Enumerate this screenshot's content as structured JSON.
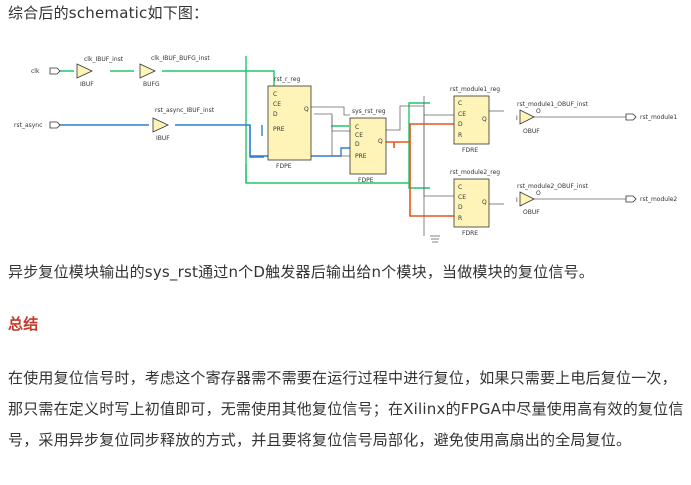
{
  "intro": "综合后的schematic如下图：",
  "schematic": {
    "ports": {
      "clk": "clk",
      "rst_async": "rst_async",
      "rst_module1": "rst_module1",
      "rst_module2": "rst_module2"
    },
    "instances": {
      "clk_ibuf": "clk_IBUF_inst",
      "clk_ibuf_type": "IBUF",
      "clk_bufg": "clk_IBUF_BUFG_inst",
      "clk_bufg_type": "BUFG",
      "rst_ibuf": "rst_async_IBUF_inst",
      "rst_ibuf_type": "IBUF",
      "rst_r": "rst_r_reg",
      "rst_r_type": "FDPE",
      "sys_rst": "sys_rst_reg",
      "sys_rst_type": "FDPE",
      "m1": "rst_module1_reg",
      "m1_type": "FDRE",
      "m2": "rst_module2_reg",
      "m2_type": "FDRE",
      "obuf1": "rst_module1_OBUF_inst",
      "obuf1_type": "OBUF",
      "obuf2": "rst_module2_OBUF_inst",
      "obuf2_type": "OBUF"
    },
    "pins": {
      "c": "C",
      "ce": "CE",
      "d": "D",
      "pre": "PRE",
      "r": "R",
      "q": "Q",
      "i": "I",
      "o": "O"
    },
    "colors": {
      "clock_net": "#1fc76a",
      "reset_net": "#2b7fd6",
      "sys_rst_net": "#e8561c",
      "cell_fill": "#fff4b8"
    }
  },
  "caption": "异步复位模块输出的sys_rst通过n个D触发器后输出给n个模块，当做模块的复位信号。",
  "heading": "总结",
  "summary": "在使用复位信号时，考虑这个寄存器需不需要在运行过程中进行复位，如果只需要上电后复位一次，那只需在定义时写上初值即可，无需使用其他复位信号；在Xilinx的FPGA中尽量使用高有效的复位信号，采用异步复位同步释放的方式，并且要将复位信号局部化，避免使用高扇出的全局复位。"
}
